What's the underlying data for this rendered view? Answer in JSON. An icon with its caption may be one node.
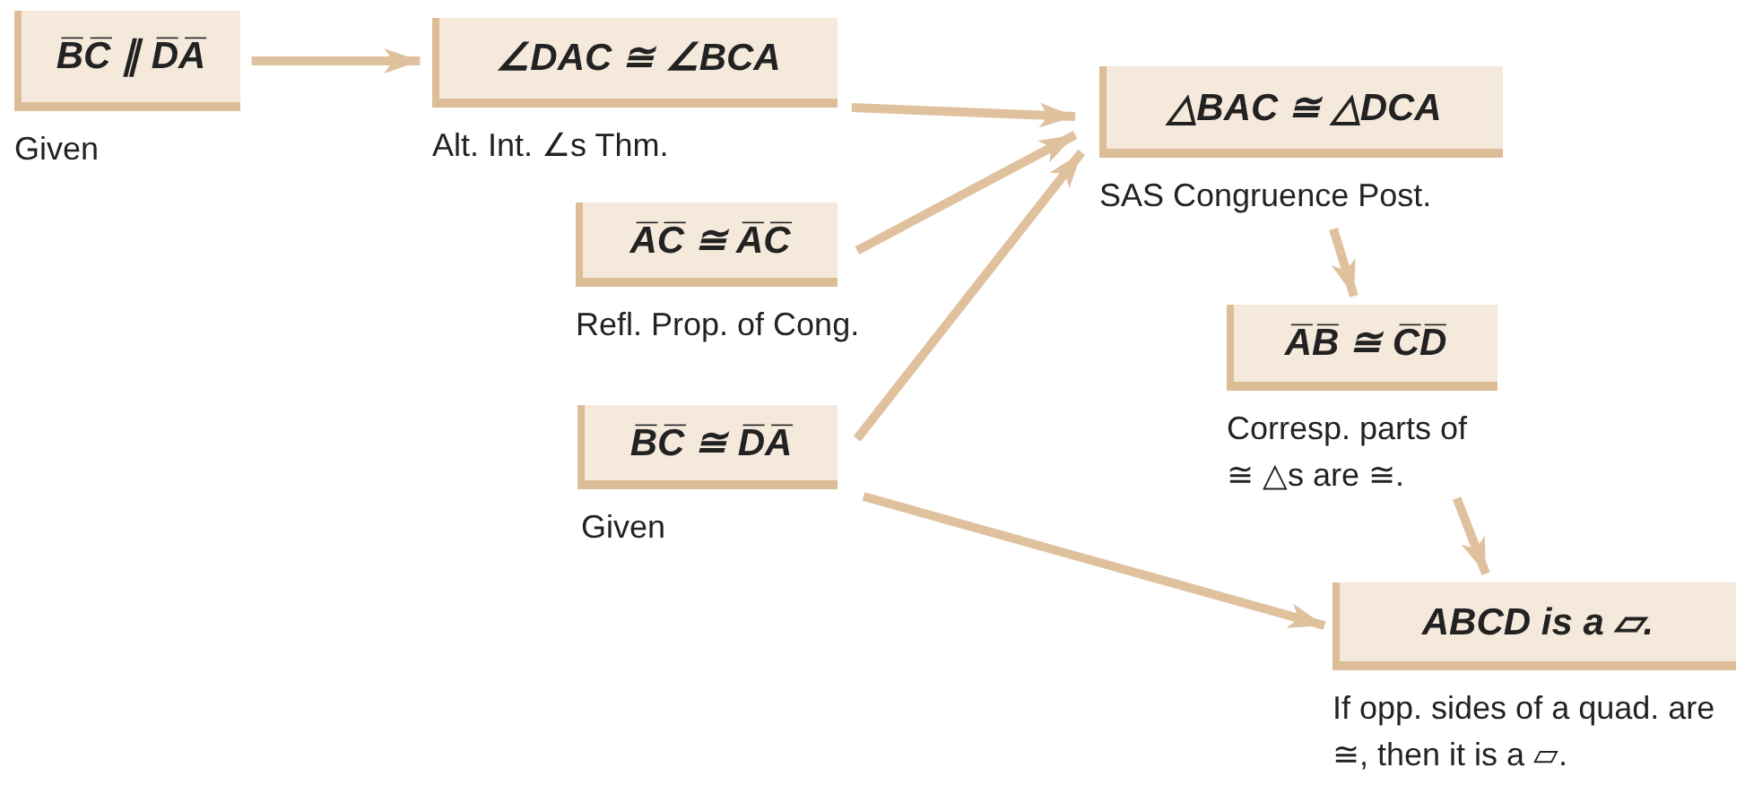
{
  "diagram": {
    "nodes": [
      {
        "text": [
          "B̅C̅ ∥ D̅A̅"
        ],
        "beside": [
          "Given"
        ]
      },
      {
        "text": [
          "∠DAC ≅ ∠BCA"
        ],
        "beside": [
          "Alt. Int. ∠s Thm."
        ]
      },
      {
        "text": [
          "△BAC ≅ △DCA"
        ],
        "beside": [
          "SAS Congruence Post."
        ]
      },
      {
        "text": [
          "A̅C̅ ≅ A̅C̅"
        ],
        "beside": [
          "Refl. Prop. of Cong."
        ]
      },
      {
        "text": [
          "A̅B̅ ≅ C̅D̅"
        ],
        "beside": [
          "Corresp. parts of ≅ △s are ≅."
        ]
      },
      {
        "text": [
          "B̅C̅ ≅ D̅A̅"
        ],
        "beside": [
          "Given"
        ]
      },
      {
        "text": [
          "ABCD is a ▱."
        ],
        "beside": [
          "If opp. sides of a quad. are ≅, then it is a ▱."
        ]
      }
    ],
    "edges": [
      {
        "from": 0,
        "to": 1,
        "arrow": "to"
      },
      {
        "from": 1,
        "to": 2,
        "arrow": "to"
      },
      {
        "from": 3,
        "to": 2,
        "arrow": "to"
      },
      {
        "from": 5,
        "to": 2,
        "arrow": "to"
      },
      {
        "from": 2,
        "to": 4,
        "arrow": "to"
      },
      {
        "from": 4,
        "to": 6,
        "arrow": "to"
      },
      {
        "from": 5,
        "to": 6,
        "arrow": "to"
      }
    ]
  }
}
